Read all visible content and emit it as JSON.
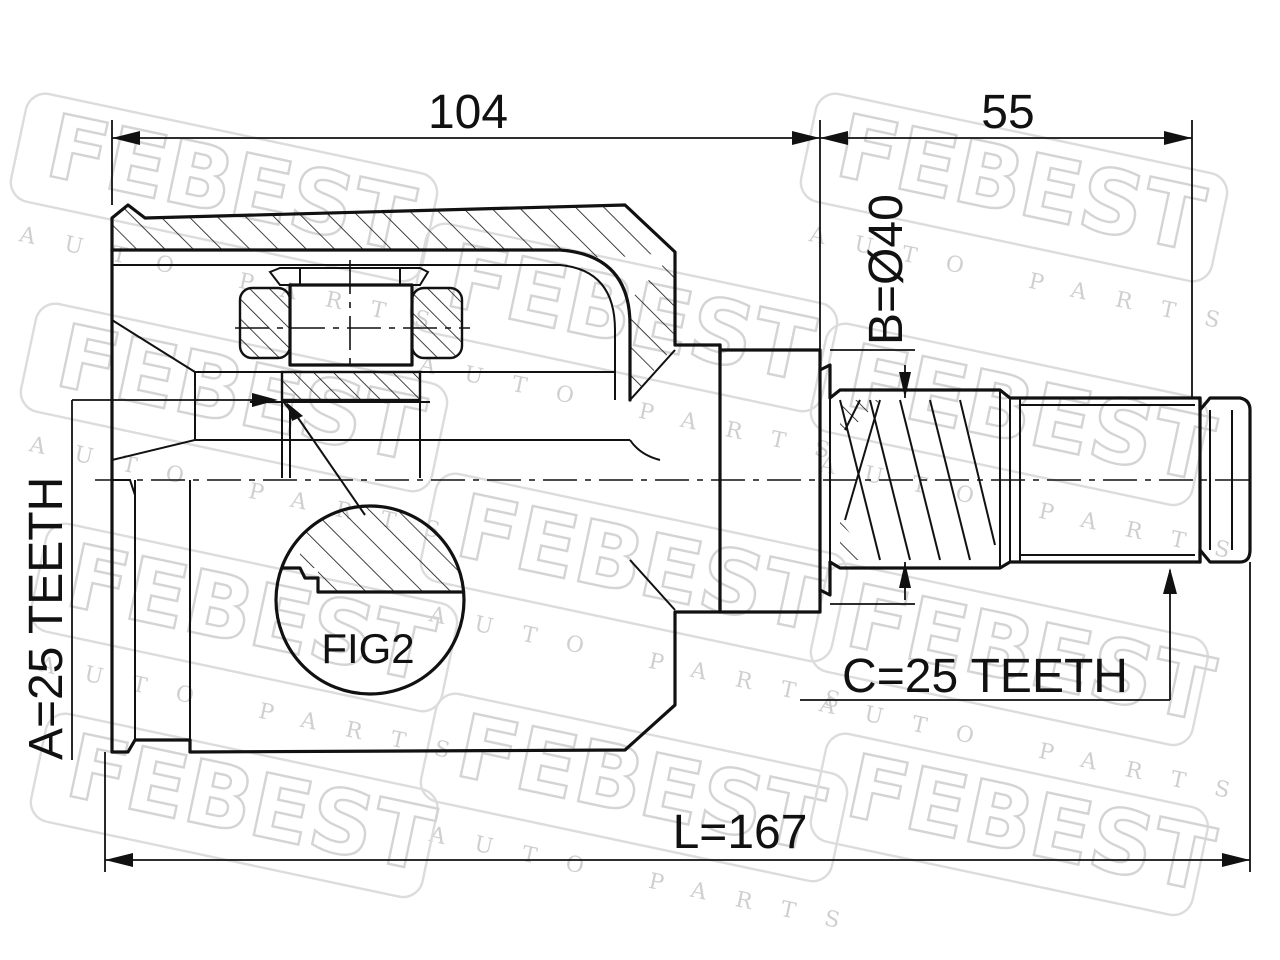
{
  "watermark": {
    "name": "FEBEST",
    "subtitle": "AUTO PARTS"
  },
  "dimensions": {
    "housing_length": "104",
    "shaft_length": "55",
    "total_length": "L=167",
    "seal_diameter": "B=Ø40"
  },
  "specs": {
    "inner_spline": "A=25 TEETH",
    "outer_spline": "C=25 TEETH"
  },
  "figure_label": "FIG2"
}
